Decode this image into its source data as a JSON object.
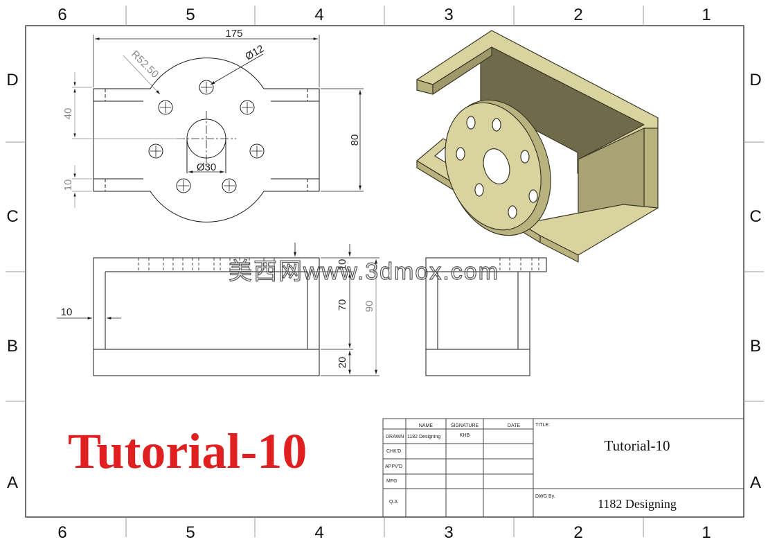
{
  "zones": {
    "columns": [
      "6",
      "5",
      "4",
      "3",
      "2",
      "1"
    ],
    "rows": [
      "D",
      "C",
      "B",
      "A"
    ]
  },
  "dimensions": {
    "width_top": "175",
    "hole_small": "Ø12",
    "radius": "R52.50",
    "height_top": "80",
    "bore": "Ø30",
    "left_40": "40",
    "left_10": "10",
    "front_10_top": "10",
    "front_70": "70",
    "front_90": "90",
    "front_20": "20",
    "front_wall": "10"
  },
  "watermark": "美西网www.3dmox.com",
  "big_title": "Tutorial-10",
  "title_block": {
    "headers": {
      "name": "NAME",
      "signature": "SIGNATURE",
      "date": "DATE",
      "title_label": "TITLE:"
    },
    "rows": [
      {
        "label": "DRAWN",
        "name": "1182 Designing",
        "signature": "KHB"
      },
      {
        "label": "CHK'D",
        "name": "",
        "signature": ""
      },
      {
        "label": "APPV'D",
        "name": "",
        "signature": ""
      },
      {
        "label": "MFG",
        "name": "",
        "signature": ""
      },
      {
        "label": "Q.A",
        "name": "",
        "signature": ""
      }
    ],
    "title_value": "Tutorial-10",
    "dwg_label": "DWG By.",
    "dwg_value": "1182 Designing"
  },
  "colors": {
    "line": "#1a1a1a",
    "title_red": "#e02020",
    "iso_face": "#d9d3a0",
    "iso_side": "#b8b27e",
    "iso_dark": "#6e6a4a"
  }
}
